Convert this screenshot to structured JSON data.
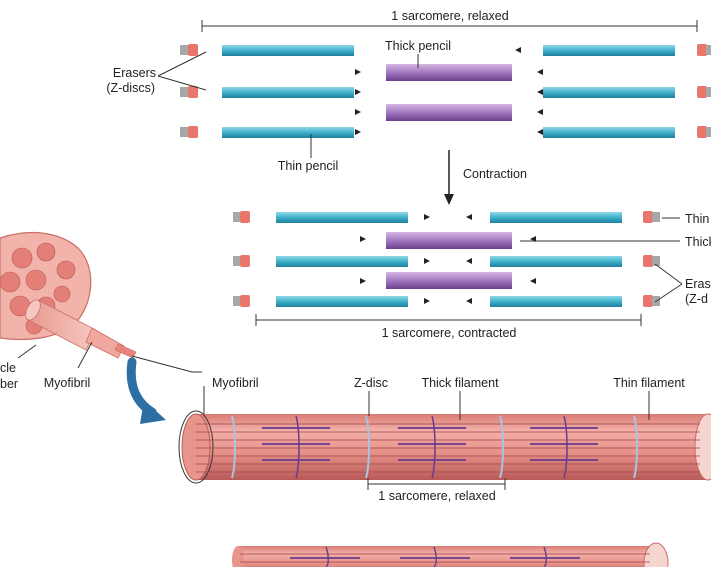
{
  "colors": {
    "thin_light": "#6ec9dc",
    "thin_dark": "#1d8fac",
    "thick_light": "#c9a7d6",
    "thick_dark": "#7a4a98",
    "eraser_pink": "#e8766a",
    "eraser_gray": "#a7a7a7",
    "fiber_pink": "#e68f86",
    "fiber_dark": "#b85a58",
    "zline_blue": "#a9c4e0",
    "filament_purple": "#6a3b8e",
    "arrow_blue": "#2e6fa3"
  },
  "labels": {
    "relaxed_top": "1 sarcomere, relaxed",
    "erasers": "Erasers",
    "erasers_zdiscs": "(Z-discs)",
    "thick_pencil": "Thick pencil",
    "thin_pencil": "Thin pencil",
    "contraction": "Contraction",
    "thin_right": "Thin",
    "thick_right": "Thick",
    "eras_right": "Erase",
    "zd_right": "(Z-d",
    "contracted": "1 sarcomere, contracted",
    "muscle_fiber_1": "cle",
    "muscle_fiber_2": "ber",
    "myofibril_left": "Myofibril",
    "myofibril_right": "Myofibril",
    "zdisc": "Z-disc",
    "thick_filament": "Thick filament",
    "thin_filament": "Thin filament",
    "relaxed_bottom": "1 sarcomere, relaxed"
  },
  "icons": {
    "contraction_arrow": "down-arrow-icon",
    "zoom_arrow": "curved-arrow-icon"
  }
}
